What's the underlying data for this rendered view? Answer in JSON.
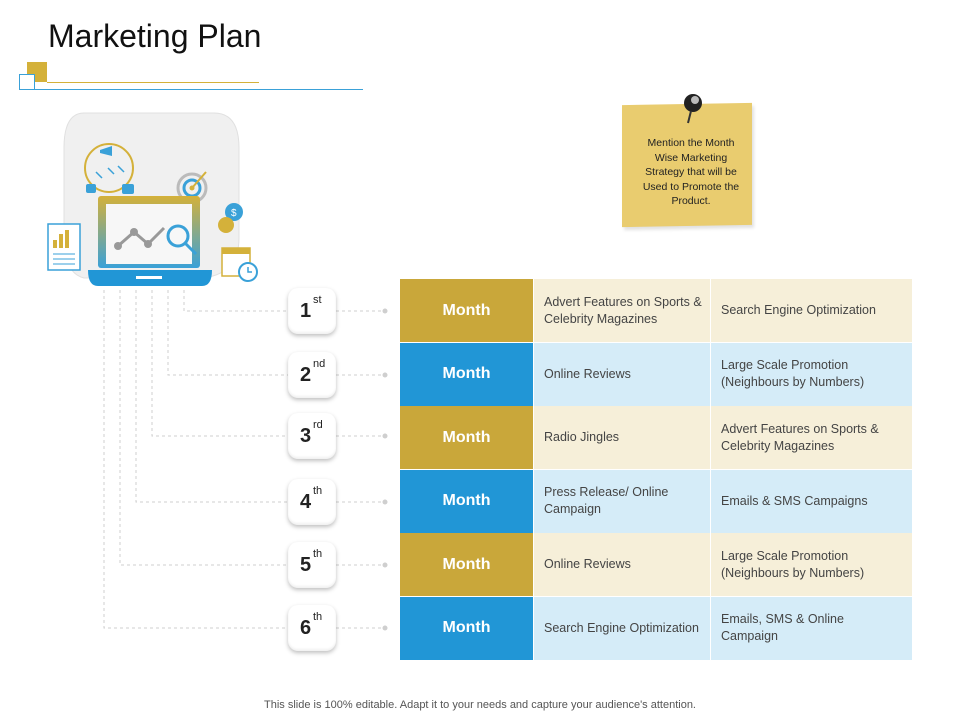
{
  "title": "Marketing Plan",
  "sticky_note": {
    "text": "Mention the Month Wise Marketing Strategy that will be Used to Promote the Product."
  },
  "illustration": {
    "icons": [
      "megaphone-icon",
      "thumbs-up-icon",
      "chat-icon",
      "target-icon",
      "dollar-coin-icon",
      "laptop-icon",
      "line-chart-icon",
      "magnifier-icon",
      "bar-chart-report-icon",
      "calendar-clock-icon"
    ]
  },
  "rows": [
    {
      "ordinal": "1",
      "suffix": "st",
      "label": "Month",
      "strategy_a": "Advert Features on Sports & Celebrity Magazines",
      "strategy_b": "Search Engine Optimization",
      "style": "gold"
    },
    {
      "ordinal": "2",
      "suffix": "nd",
      "label": "Month",
      "strategy_a": "Online Reviews",
      "strategy_b": "Large Scale Promotion (Neighbours by Numbers)",
      "style": "blue"
    },
    {
      "ordinal": "3",
      "suffix": "rd",
      "label": "Month",
      "strategy_a": "Radio Jingles",
      "strategy_b": "Advert Features on Sports & Celebrity Magazines",
      "style": "gold"
    },
    {
      "ordinal": "4",
      "suffix": "th",
      "label": "Month",
      "strategy_a": "Press Release/ Online Campaign",
      "strategy_b": "Emails & SMS Campaigns",
      "style": "blue"
    },
    {
      "ordinal": "5",
      "suffix": "th",
      "label": "Month",
      "strategy_a": "Online Reviews",
      "strategy_b": "Large Scale Promotion (Neighbours by Numbers)",
      "style": "gold"
    },
    {
      "ordinal": "6",
      "suffix": "th",
      "label": "Month",
      "strategy_a": "Search Engine Optimization",
      "strategy_b": "Emails, SMS & Online Campaign",
      "style": "blue"
    }
  ],
  "footer": "This slide is 100% editable. Adapt it to your needs and capture your audience's attention.",
  "colors": {
    "gold": "#c9a73a",
    "blue": "#2196d6",
    "gold_light": "#f6efd9",
    "blue_light": "#d5ecf8"
  }
}
